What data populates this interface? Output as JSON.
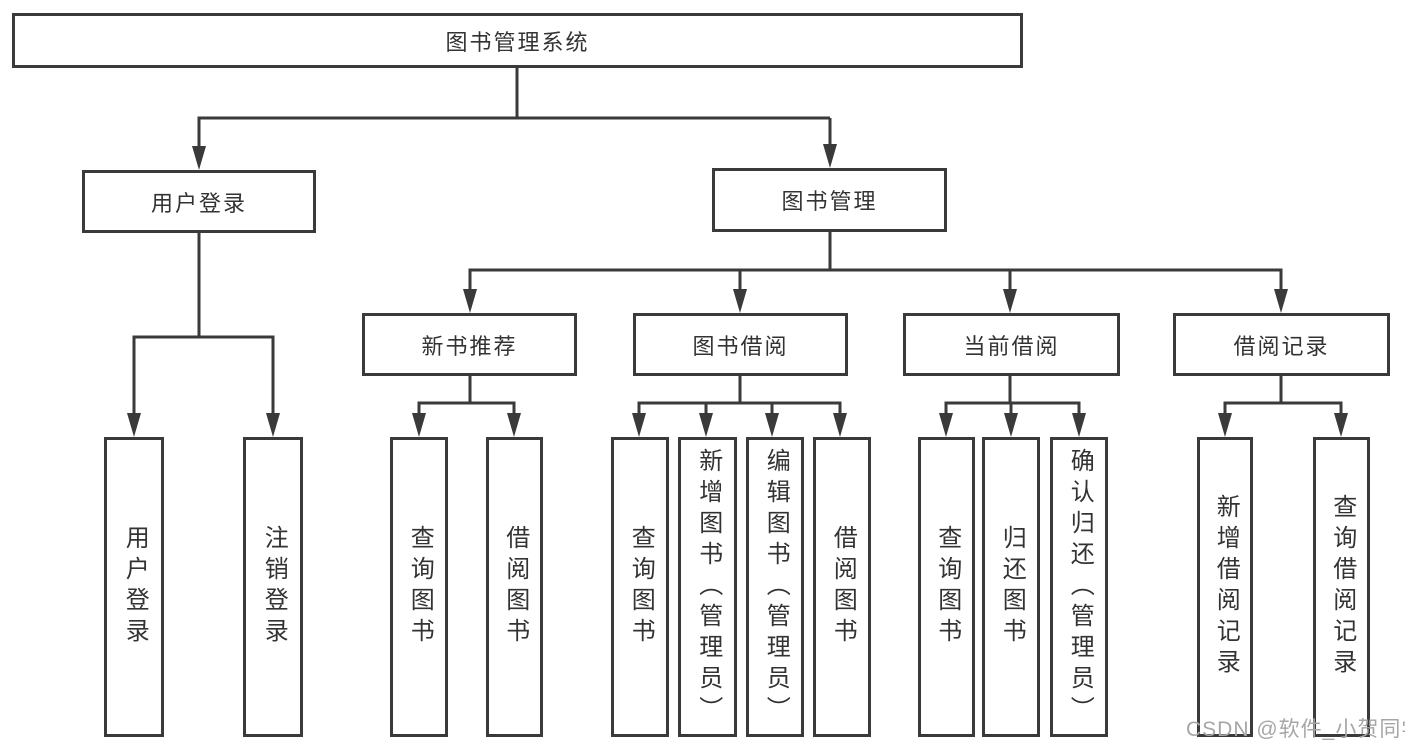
{
  "diagram_title": "图书管理系统",
  "nodes": {
    "root": "图书管理系统",
    "user_login": {
      "label": "用户登录",
      "children": [
        "用户登录",
        "注销登录"
      ]
    },
    "book_management": {
      "label": "图书管理"
    },
    "new_book": {
      "label": "新书推荐",
      "children": [
        "查询图书",
        "借阅图书"
      ]
    },
    "borrow": {
      "label": "图书借阅",
      "children": [
        "查询图书",
        "新增图书（管理员）",
        "编辑图书（管理员）",
        "借阅图书"
      ]
    },
    "current": {
      "label": "当前借阅",
      "children": [
        "查询图书",
        "归还图书",
        "确认归还（管理员）"
      ]
    },
    "records": {
      "label": "借阅记录",
      "children": [
        "新增借阅记录",
        "查询借阅记录"
      ]
    }
  },
  "watermark": {
    "text": "CSDN @软件_小贺同学"
  },
  "colors": {
    "line": "#3a3a3a",
    "text": "#333333",
    "watermark": "#a6a6a6",
    "background": "#ffffff"
  }
}
